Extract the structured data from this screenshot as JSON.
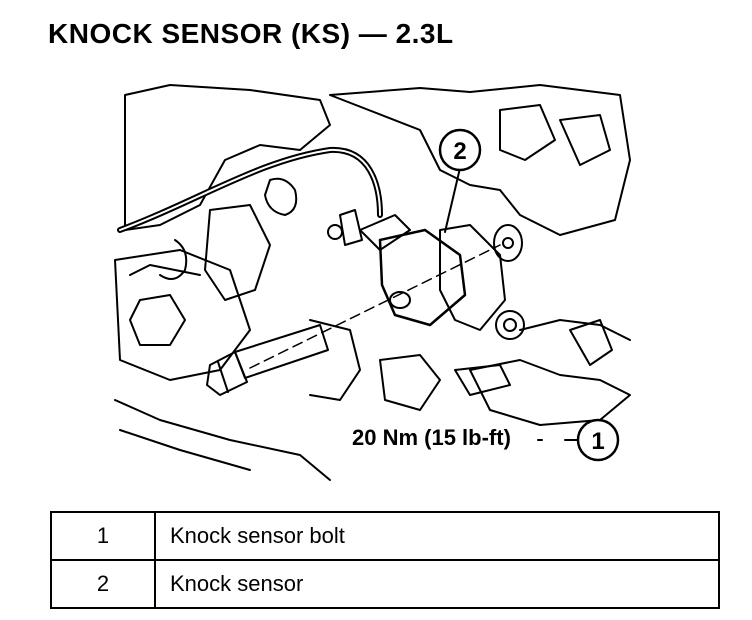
{
  "title": "KNOCK SENSOR (KS) — 2.3L",
  "illustration": {
    "callouts": [
      "1",
      "2"
    ],
    "torque_spec": "20 Nm (15 lb-ft)"
  },
  "legend": {
    "rows": [
      {
        "item": "1",
        "description": "Knock sensor bolt"
      },
      {
        "item": "2",
        "description": "Knock sensor"
      }
    ]
  }
}
